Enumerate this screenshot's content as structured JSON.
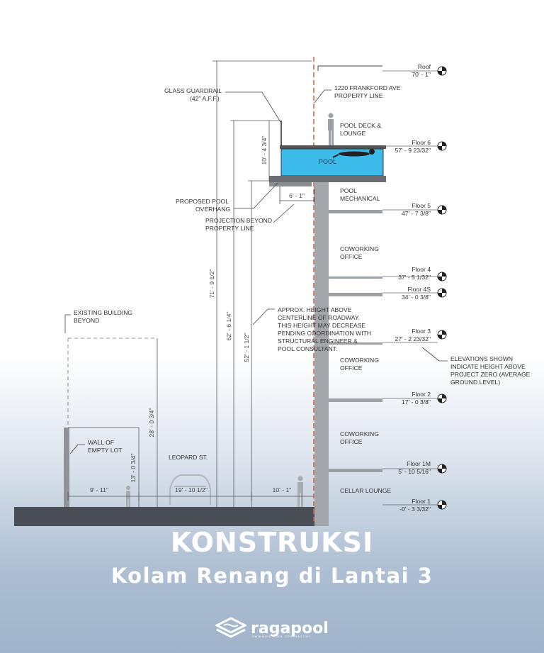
{
  "levels": [
    {
      "name": "Roof",
      "value": "70' - 1\""
    },
    {
      "name": "Floor 6",
      "value": "57' - 9 23/32\""
    },
    {
      "name": "Floor 5",
      "value": "47' - 7 3/8\""
    },
    {
      "name": "Floor 4",
      "value": "37' - 5 1/32\""
    },
    {
      "name": "Floor 4S",
      "value": "34' - 0 3/8\""
    },
    {
      "name": "Floor 3",
      "value": "27' - 2 23/32\""
    },
    {
      "name": "Floor 2",
      "value": "17' - 0 3/8\""
    },
    {
      "name": "Floor 1M",
      "value": "5' - 10 5/16\""
    },
    {
      "name": "Floor 1",
      "value": "-0' - 3 3/32\""
    }
  ],
  "labels": {
    "glass_guardrail": [
      "GLASS GUARDRAIL",
      "(42\" A.F.F.)"
    ],
    "property_line": [
      "1220 FRANKFORD AVE",
      "PROPERTY LINE"
    ],
    "pool_deck": [
      "POOL DECK &",
      "LOUNGE"
    ],
    "pool": "POOL",
    "pool_mechanical": [
      "POOL",
      "MECHANICAL"
    ],
    "proposed_overhang": [
      "PROPOSED POOL",
      "OVERHANG"
    ],
    "projection": [
      "PROJECTION BEYOND",
      "PROPERTY LINE"
    ],
    "coworking_1": [
      "COWORKING",
      "OFFICE"
    ],
    "coworking_2": [
      "COWORKING",
      "OFFICE"
    ],
    "coworking_3": [
      "COWORKING",
      "OFFICE"
    ],
    "cellar_lounge": "CELLAR LOUNGE",
    "existing_building": [
      "EXISTING BUILDING",
      "BEYOND"
    ],
    "wall_empty_lot": [
      "WALL OF",
      "EMPTY LOT"
    ],
    "leopard_st": "LEOPARD ST.",
    "approx_height": [
      "APPROX. HEIGHT ABOVE",
      "CENTERLINE OF ROADWAY.",
      "THIS HEIGHT MAY DECREASE",
      "PENDING COORDINATION WITH",
      "STRUCTURAL ENGINEER &",
      "POOL CONSULTANT."
    ],
    "elevations_note": [
      "ELEVATIONS SHOWN",
      "INDICATE HEIGHT ABOVE",
      "PROJECT ZERO (AVERAGE",
      "GROUND LEVEL)"
    ]
  },
  "dimensions": {
    "d_71": "71' - 9 1/2\"",
    "d_62": "62' - 6 1/4\"",
    "d_52": "52' - 1 1/2\"",
    "d_10_4": "10' - 4 3/4\"",
    "d_6_1": "6' - 1\"",
    "d_28": "28' - 0 3/4\"",
    "d_13": "13' - 0 3/4\"",
    "d_9_11": "9' - 11\"",
    "d_19": "19' - 10 1/2\"",
    "d_10_1": "10' - 1\""
  },
  "title": {
    "line1": "KONSTRUKSI",
    "line2": "Kolam Renang di Lantai 3"
  },
  "brand": {
    "name": "ragapool",
    "tagline": "SWIMMING POOL CONTRACTOR"
  },
  "colors": {
    "pool_water": "#2fb8e8",
    "property_line": "#c8663a",
    "slab": "#4a4f55",
    "wall": "#9fa3a8"
  }
}
